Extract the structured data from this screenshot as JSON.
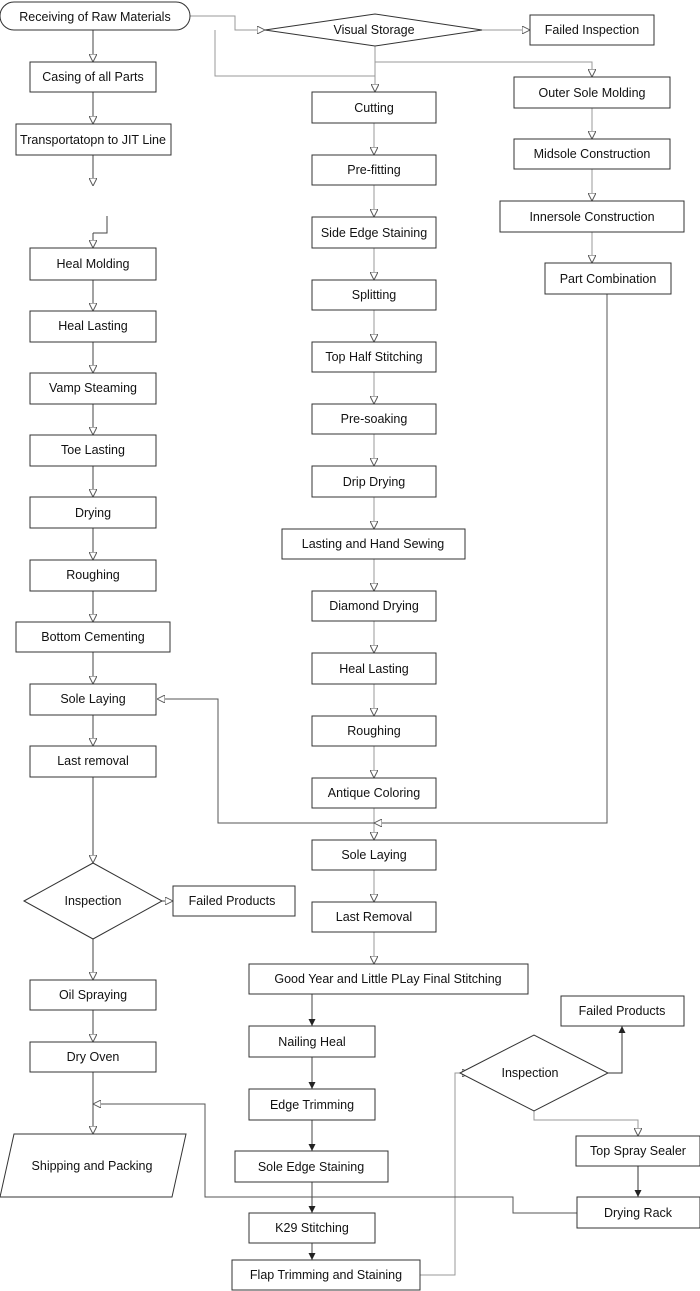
{
  "nodes": {
    "receiving": "Receiving of Raw Materials",
    "visual_storage": "Visual Storage",
    "failed_inspection": "Failed Inspection",
    "casing": "Casing of all Parts",
    "transport": "Transportatopn to JIT Line",
    "l_heal_molding": "Heal Molding",
    "l_heal_lasting": "Heal Lasting",
    "l_vamp_steaming": "Vamp Steaming",
    "l_toe_lasting": "Toe Lasting",
    "l_drying": "Drying",
    "l_roughing": "Roughing",
    "l_bottom_cementing": "Bottom Cementing",
    "l_sole_laying": "Sole Laying",
    "l_last_removal": "Last removal",
    "l_inspection": "Inspection",
    "l_failed_products": "Failed Products",
    "l_oil_spraying": "Oil Spraying",
    "l_dry_oven": "Dry Oven",
    "l_shipping": "Shipping and Packing",
    "c_cutting": "Cutting",
    "c_prefitting": "Pre-fitting",
    "c_side_edge": "Side Edge Staining",
    "c_splitting": "Splitting",
    "c_top_half": "Top Half Stitching",
    "c_presoaking": "Pre-soaking",
    "c_drip_drying": "Drip Drying",
    "c_lasting_hand": "Lasting and Hand Sewing",
    "c_diamond": "Diamond Drying",
    "c_heal_lasting": "Heal Lasting",
    "c_roughing": "Roughing",
    "c_antique": "Antique Coloring",
    "c_sole_laying": "Sole Laying",
    "c_last_removal": "Last Removal",
    "c_goodyear": "Good Year and Little PLay Final Stitching",
    "c_nailing": "Nailing Heal",
    "c_edge_trim": "Edge Trimming",
    "c_sole_edge": "Sole Edge Staining",
    "c_k29": "K29 Stitching",
    "c_flap": "Flap Trimming and Staining",
    "r_outer_sole": "Outer Sole Molding",
    "r_midsole": "Midsole Construction",
    "r_innersole": "Innersole Construction",
    "r_part_comb": "Part Combination",
    "r_failed_products": "Failed Products",
    "r_inspection": "Inspection",
    "r_top_spray": "Top Spray Sealer",
    "r_drying_rack": "Drying Rack"
  }
}
